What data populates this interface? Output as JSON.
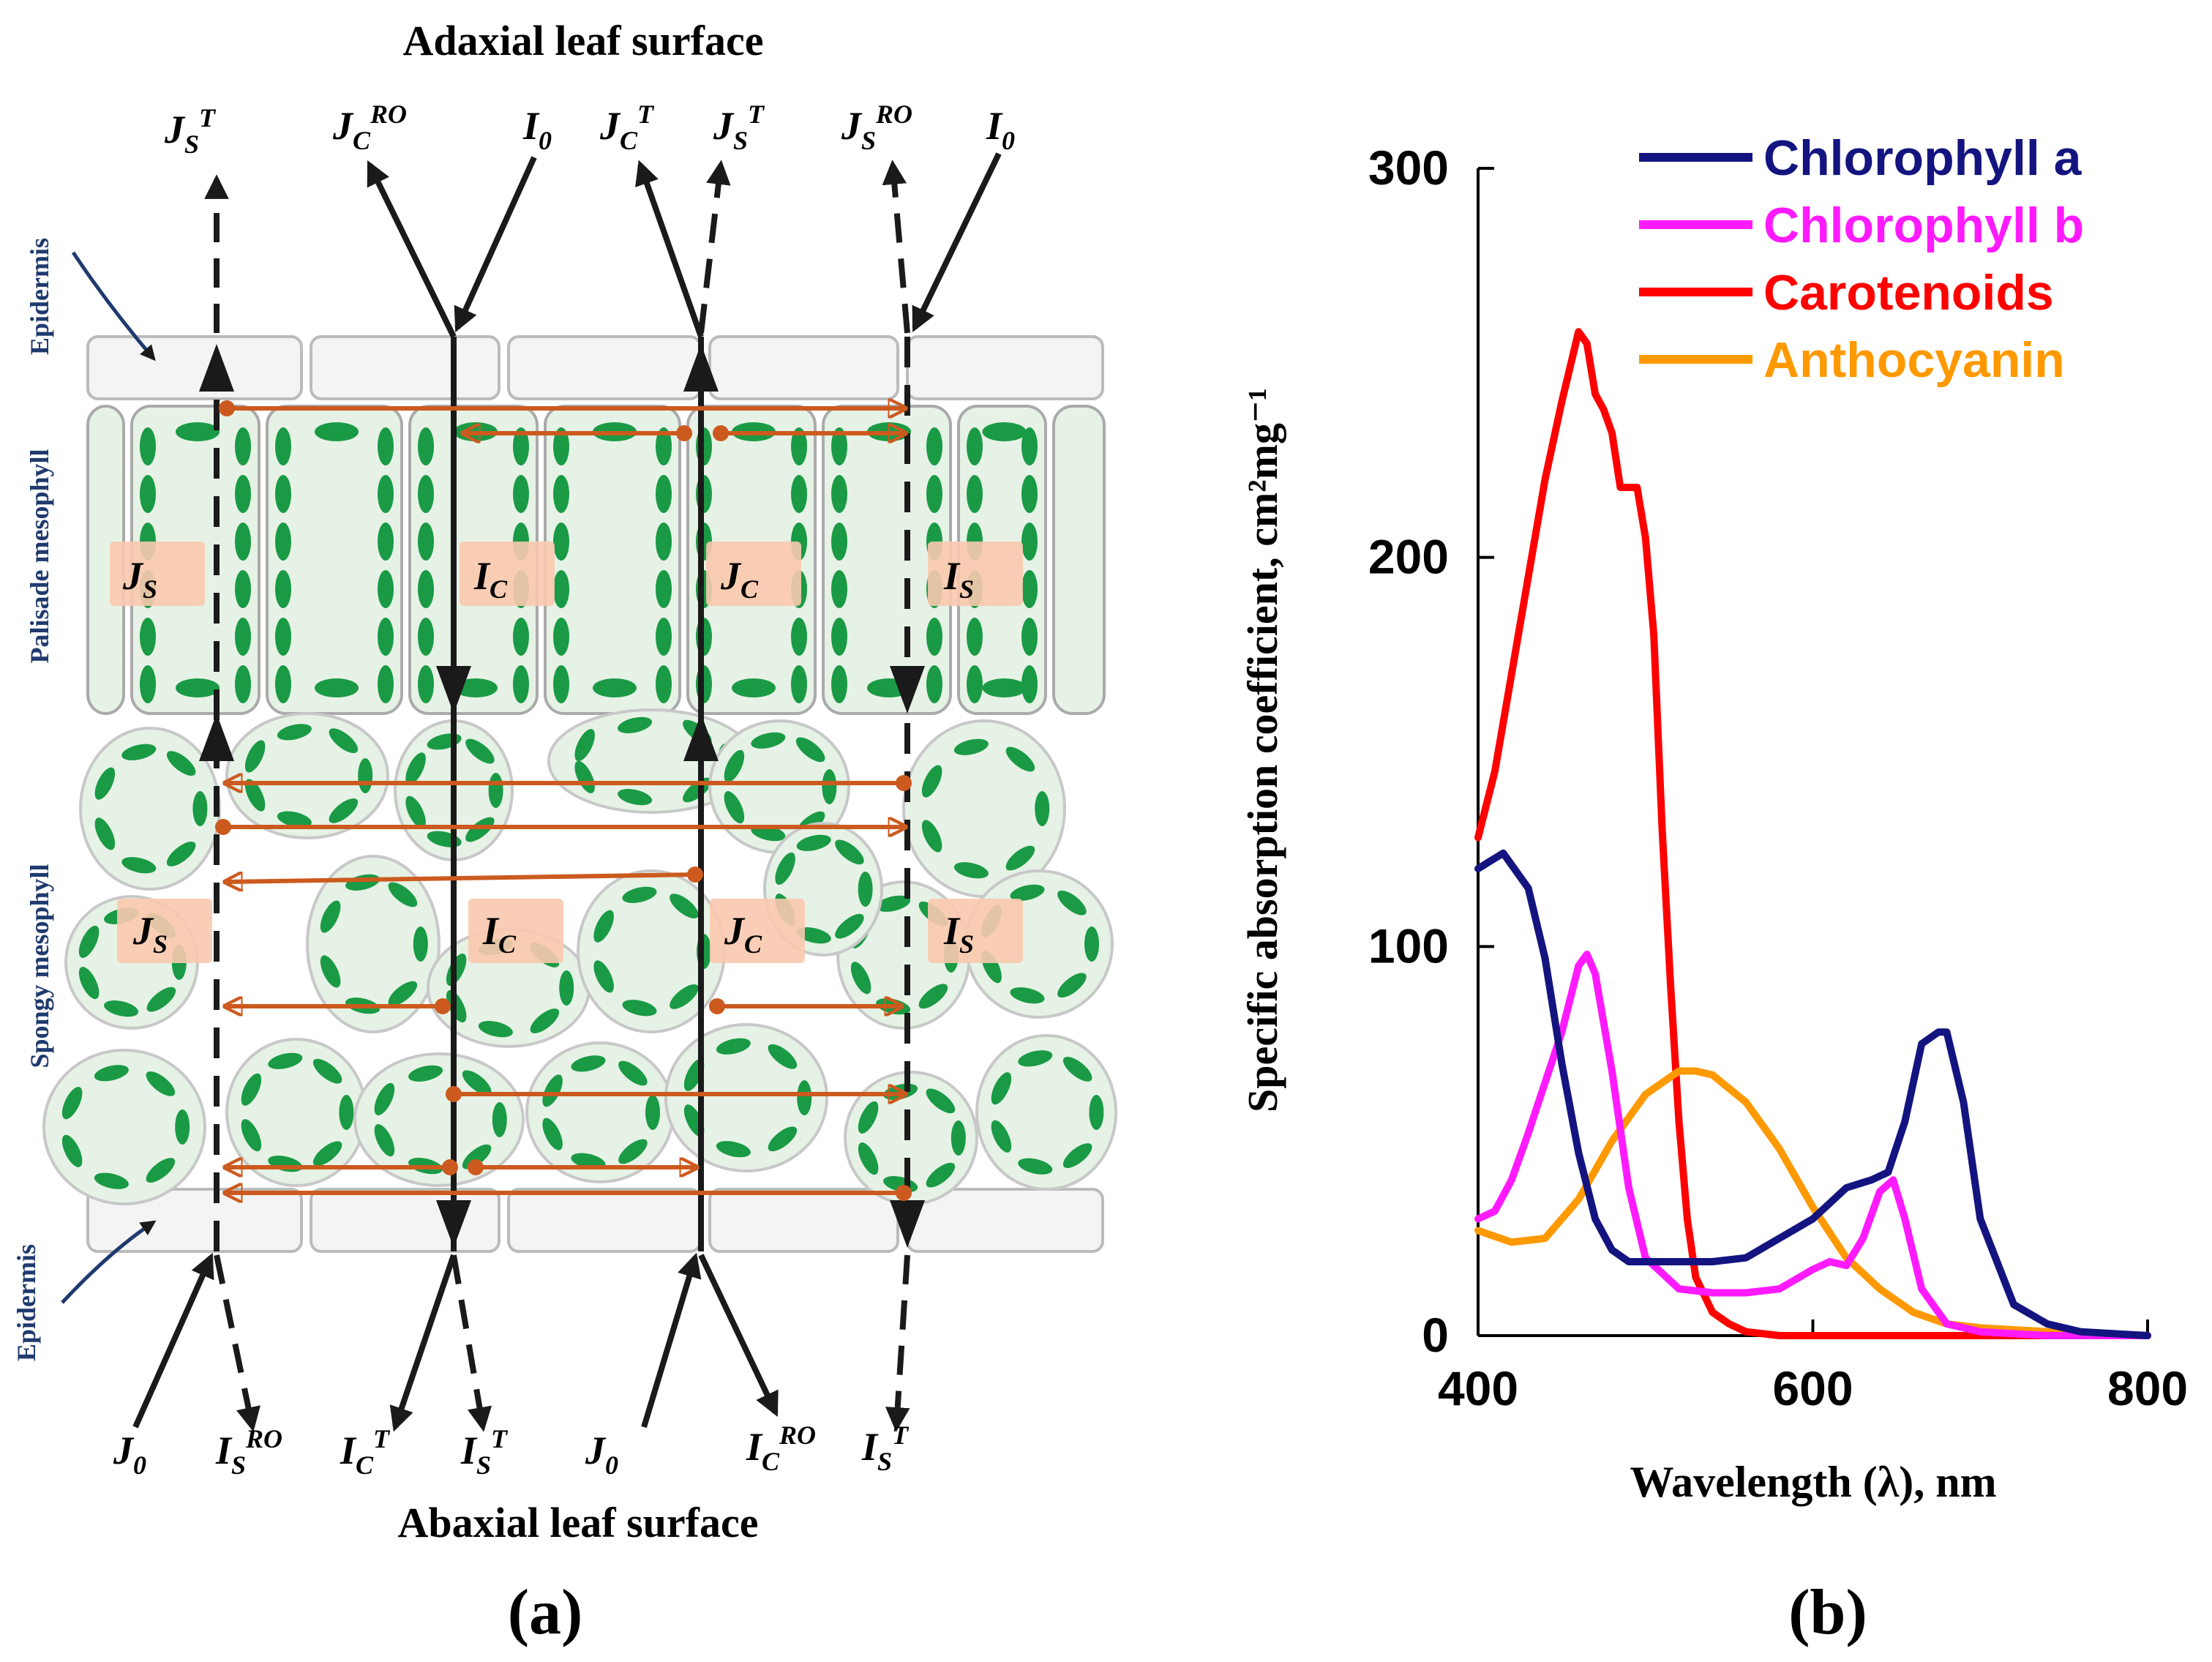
{
  "panel_a": {
    "title_top": "Adaxial leaf surface",
    "title_bottom": "Abaxial leaf surface",
    "caption": "(a)",
    "layers": {
      "epidermis_top": "Epidermis",
      "palisade": "Palisade mesophyll",
      "spongy": "Spongy mesophyll",
      "epidermis_bottom": "Epidermis"
    },
    "top_labels": [
      {
        "base": "J",
        "sub": "S",
        "sup": "T"
      },
      {
        "base": "J",
        "sub": "C",
        "sup": "RO"
      },
      {
        "base": "I",
        "sub": "0",
        "sup": ""
      },
      {
        "base": "J",
        "sub": "C",
        "sup": "T"
      },
      {
        "base": "J",
        "sub": "S",
        "sup": "T"
      },
      {
        "base": "J",
        "sub": "S",
        "sup": "RO"
      },
      {
        "base": "I",
        "sub": "0",
        "sup": ""
      }
    ],
    "bottom_labels": [
      {
        "base": "J",
        "sub": "0",
        "sup": ""
      },
      {
        "base": "I",
        "sub": "S",
        "sup": "RO"
      },
      {
        "base": "I",
        "sub": "C",
        "sup": "T"
      },
      {
        "base": "I",
        "sub": "S",
        "sup": "T"
      },
      {
        "base": "J",
        "sub": "0",
        "sup": ""
      },
      {
        "base": "I",
        "sub": "C",
        "sup": "RO"
      },
      {
        "base": "I",
        "sub": "S",
        "sup": "T"
      }
    ],
    "flux_labels": [
      {
        "base": "J",
        "sub": "S"
      },
      {
        "base": "I",
        "sub": "C"
      },
      {
        "base": "J",
        "sub": "C"
      },
      {
        "base": "I",
        "sub": "S"
      }
    ],
    "colors": {
      "cell_fill": "#e6f2e6",
      "chloroplast": "#1a9a45",
      "exchange_arrow": "#cc5a1e",
      "flux_arrow": "#1a1a1a",
      "label_box": "#f9c9ae",
      "layer_text": "#1f3a6e"
    }
  },
  "panel_b": {
    "caption": "(b)",
    "legend_position": "top-right",
    "chart_data": {
      "type": "line",
      "title": "",
      "xlabel": "Wavelength (λ), nm",
      "ylabel": "Specific absorption coefficient, cm²mg⁻¹",
      "xlim": [
        400,
        800
      ],
      "ylim": [
        0,
        300
      ],
      "xticks": [
        400,
        600,
        800
      ],
      "yticks": [
        0,
        100,
        200,
        300
      ],
      "grid": false,
      "series": [
        {
          "name": "Chlorophyll a",
          "color": "#141480",
          "x": [
            400,
            415,
            430,
            440,
            450,
            460,
            470,
            480,
            490,
            500,
            520,
            540,
            560,
            580,
            600,
            620,
            635,
            645,
            655,
            665,
            675,
            680,
            690,
            700,
            720,
            740,
            760,
            800
          ],
          "y": [
            120,
            124,
            115,
            97,
            70,
            47,
            30,
            22,
            19,
            19,
            19,
            19,
            20,
            25,
            30,
            38,
            40,
            42,
            55,
            75,
            78,
            78,
            60,
            30,
            8,
            3,
            1,
            0
          ]
        },
        {
          "name": "Chlorophyll b",
          "color": "#ff1aff",
          "x": [
            400,
            410,
            420,
            430,
            440,
            450,
            460,
            465,
            470,
            480,
            490,
            500,
            520,
            540,
            560,
            580,
            600,
            610,
            620,
            630,
            640,
            648,
            655,
            665,
            680,
            700,
            740,
            800
          ],
          "y": [
            30,
            32,
            40,
            52,
            65,
            78,
            95,
            98,
            93,
            68,
            38,
            20,
            12,
            11,
            11,
            12,
            17,
            19,
            18,
            25,
            37,
            40,
            30,
            12,
            3,
            1,
            0,
            0
          ]
        },
        {
          "name": "Carotenoids",
          "color": "#ff0000",
          "x": [
            400,
            410,
            420,
            430,
            440,
            450,
            460,
            465,
            470,
            475,
            480,
            485,
            490,
            495,
            500,
            505,
            510,
            515,
            520,
            525,
            530,
            540,
            550,
            560,
            580,
            800
          ],
          "y": [
            128,
            145,
            170,
            195,
            220,
            240,
            258,
            255,
            242,
            238,
            232,
            218,
            218,
            218,
            205,
            180,
            130,
            90,
            55,
            30,
            15,
            6,
            3,
            1,
            0,
            0
          ]
        },
        {
          "name": "Anthocyanin",
          "color": "#ff9900",
          "x": [
            400,
            420,
            440,
            460,
            480,
            500,
            520,
            530,
            540,
            560,
            580,
            600,
            620,
            640,
            660,
            680,
            700,
            740,
            800
          ],
          "y": [
            27,
            24,
            25,
            35,
            50,
            62,
            68,
            68,
            67,
            60,
            48,
            33,
            20,
            12,
            6,
            3,
            2,
            1,
            0
          ]
        }
      ]
    }
  }
}
